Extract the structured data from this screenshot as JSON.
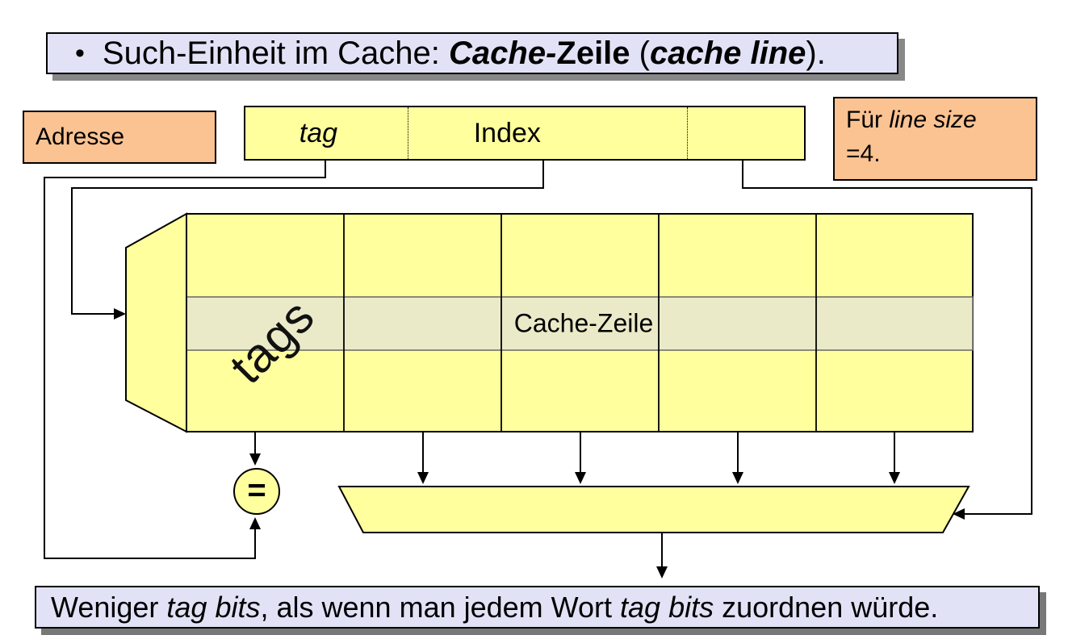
{
  "colors": {
    "yellow": "#FFFF9E",
    "highlight_row": "#EAEAC9",
    "lavender": "#E2E2F7",
    "orange": "#FBC392",
    "title_shadow": "#888888",
    "note_shadow": "#787878"
  },
  "title_box": {
    "bullet": "•",
    "segments": [
      {
        "t": "Such-Einheit im Cache: "
      },
      {
        "t": "Cache-",
        "b": true,
        "i": true
      },
      {
        "t": "Zeile",
        "b": true
      },
      {
        "t": " ("
      },
      {
        "t": "cache line",
        "b": true,
        "i": true
      },
      {
        "t": ")."
      }
    ]
  },
  "address_box": {
    "label": "Adresse"
  },
  "address_bar": {
    "fields": [
      {
        "name": "tag",
        "label": "tag"
      },
      {
        "name": "index",
        "label": "Index"
      },
      {
        "name": "offset",
        "label": ""
      }
    ]
  },
  "line_size_box": {
    "line1": [
      {
        "t": "Für "
      },
      {
        "t": "line size",
        "i": true
      }
    ],
    "line2": [
      {
        "t": "=4."
      }
    ]
  },
  "cache_array": {
    "tags_label": "tags",
    "line_label": "Cache-Zeile",
    "columns": 5,
    "rows": 3
  },
  "comparator": {
    "symbol": "="
  },
  "bottom_box": {
    "segments": [
      {
        "t": "Weniger "
      },
      {
        "t": "tag bits",
        "i": true
      },
      {
        "t": ", als wenn man jedem Wort "
      },
      {
        "t": "tag bits",
        "i": true
      },
      {
        "t": " zuordnen würde."
      }
    ]
  }
}
